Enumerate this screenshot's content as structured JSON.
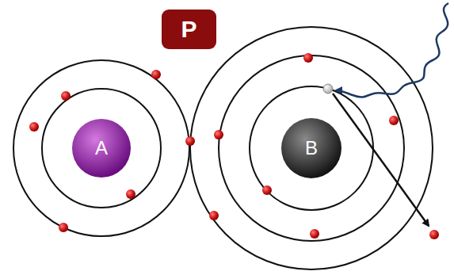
{
  "diagram": {
    "nodes": [
      {
        "text": [
          "P"
        ]
      },
      {
        "text": [
          "A"
        ]
      },
      {
        "text": [
          "B"
        ]
      }
    ]
  }
}
